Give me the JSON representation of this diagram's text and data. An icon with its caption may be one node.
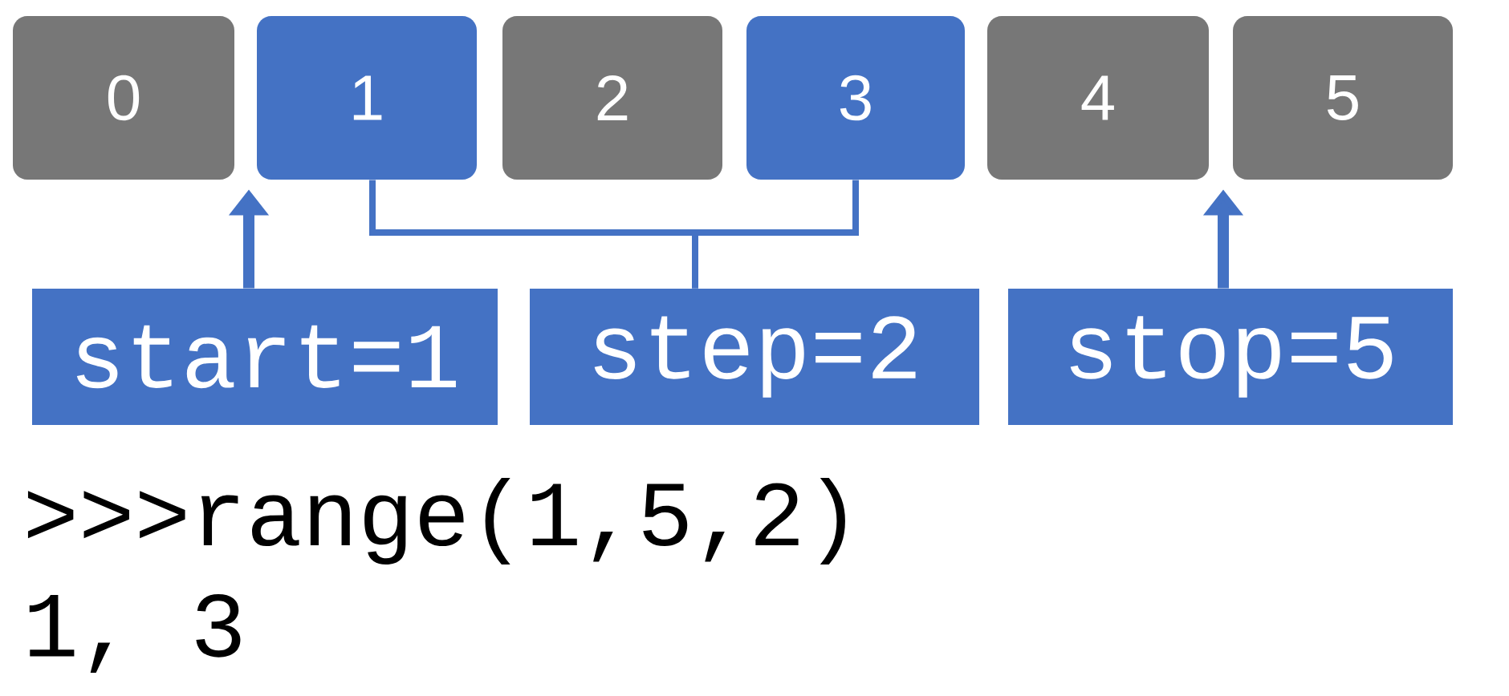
{
  "diagram": {
    "nodes": [
      {
        "text": [
          "0"
        ]
      },
      {
        "text": [
          "1"
        ]
      },
      {
        "text": [
          "2"
        ]
      },
      {
        "text": [
          "3"
        ]
      },
      {
        "text": [
          "4"
        ]
      },
      {
        "text": [
          "5"
        ]
      },
      {
        "text": [
          "start=1"
        ]
      },
      {
        "text": [
          "step=2"
        ]
      },
      {
        "text": [
          "stop=5"
        ]
      }
    ],
    "edges": [
      {
        "from": 6,
        "to": 1,
        "arrow": "to"
      },
      {
        "from": 7,
        "to": 1,
        "arrow": "none"
      },
      {
        "from": 7,
        "to": 3,
        "arrow": "none"
      },
      {
        "from": 8,
        "to": 5,
        "arrow": "to"
      }
    ],
    "labels": [
      ">>>range(1,5,2)",
      "1, 3"
    ]
  }
}
